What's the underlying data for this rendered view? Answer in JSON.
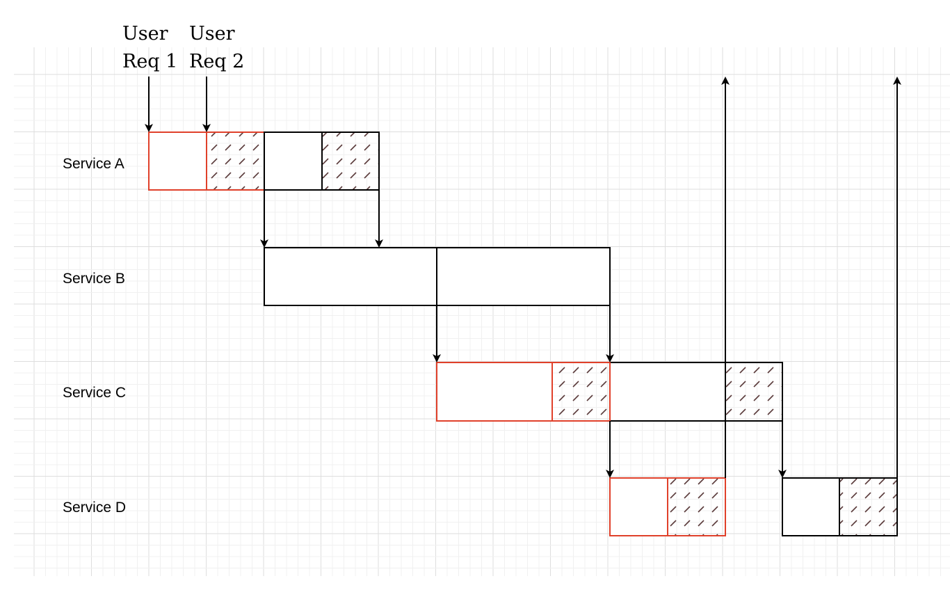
{
  "request_labels": [
    {
      "line1": "User",
      "line2": "Req 1"
    },
    {
      "line1": "User",
      "line2": "Req 2"
    }
  ],
  "lanes": [
    {
      "label": "Service A"
    },
    {
      "label": "Service B"
    },
    {
      "label": "Service C"
    },
    {
      "label": "Service D"
    }
  ],
  "colors": {
    "highlight": "#e0402a",
    "normal": "#000000",
    "hatch": "#5a3a3a",
    "grid_major": "#dedede",
    "grid_minor": "#f0f0f0"
  }
}
